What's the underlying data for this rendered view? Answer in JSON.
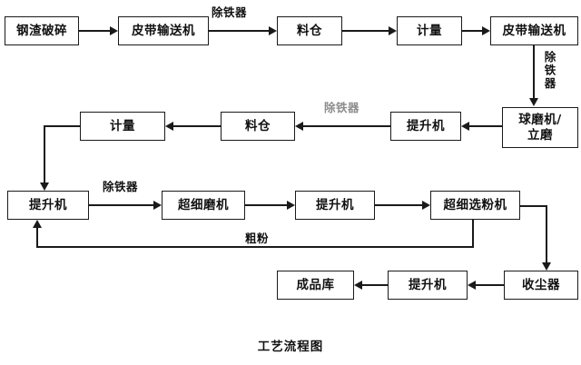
{
  "diagram": {
    "caption": "工艺流程图",
    "nodes": {
      "slag_crusher": "钢渣破碎",
      "belt_conveyor_1": "皮带输送机",
      "silo_1": "料仓",
      "weigher_1": "计量",
      "belt_conveyor_2": "皮带输送机",
      "ball_mill": "球磨机/\n立磨",
      "elevator_1": "提升机",
      "silo_2": "料仓",
      "weigher_2": "计量",
      "elevator_2": "提升机",
      "ultrafine_mill": "超细磨机",
      "elevator_3": "提升机",
      "ultrafine_separator": "超细选粉机",
      "dust_collector": "收尘器",
      "elevator_4": "提升机",
      "product_warehouse": "成品库"
    },
    "edge_labels": {
      "deironer_row1": "除铁器",
      "deironer_vertical": "除铁器",
      "deironer_row2": "除铁器",
      "deironer_row3": "除铁器",
      "coarse_powder": "粗粉"
    },
    "colors": {
      "line": "#1a1a1a",
      "box_fill": "#ffffff",
      "text": "#111111",
      "muted_label": "#8c8c8c"
    }
  }
}
